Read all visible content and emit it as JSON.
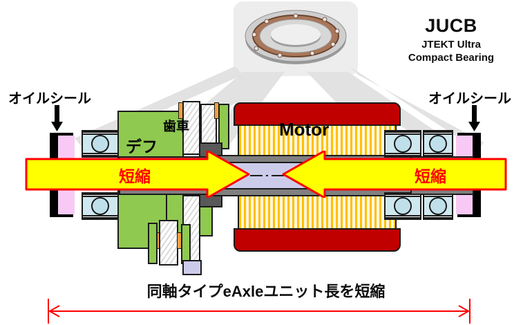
{
  "brand": {
    "title": "JUCB",
    "subtitle_line1": "JTEKT Ultra",
    "subtitle_line2": "Compact Bearing"
  },
  "labels": {
    "oil_seal_left": "オイルシール",
    "oil_seal_right": "オイルシール",
    "differential": "デフ",
    "gear": "歯車",
    "motor": "Motor"
  },
  "arrows": {
    "left_label": "短縮",
    "right_label": "短縮"
  },
  "caption": "同軸タイプeAxleユニット長を短縮",
  "icons": {
    "seal_arrow_left": "down-arrow-icon",
    "seal_arrow_right": "down-arrow-icon",
    "bearing_photo": "ball-bearing-photo",
    "dimension_arrow": "double-headed-arrow-icon"
  },
  "colors": {
    "shorten_arrow_fill": "#ffff00",
    "shorten_arrow_stroke": "#ff0000",
    "shorten_text": "#ff0000",
    "motor_housing": "#c00000",
    "coil_winding": "#ffc000",
    "differential_housing": "#8fc950",
    "oil_seal_body": "#000000",
    "oil_seal_inner": "#f9c9f5",
    "bearing_fill": "#cfe8ef",
    "shaft": "#ccccea",
    "dimension_line": "#ff0000",
    "callout_panel": "#ededed"
  }
}
